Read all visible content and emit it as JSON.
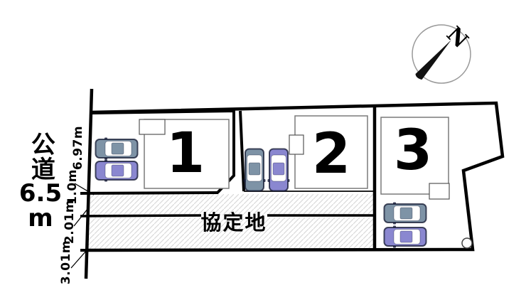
{
  "compass": {
    "north_label": "N"
  },
  "road": {
    "name": "公道",
    "width": "6.5",
    "unit": "m"
  },
  "boundary_measurements": {
    "frontage": "6.97m",
    "segment_1": "1.0m",
    "segment_2": "2.01m",
    "segment_3": "3.01m"
  },
  "agreement_area_label": "協定地",
  "lots": [
    {
      "number": "1"
    },
    {
      "number": "2"
    },
    {
      "number": "3"
    }
  ],
  "colors": {
    "car_gray": "#7E93A6",
    "car_purple": "#8A87D0",
    "hatch_line": "#d9d9d9",
    "compass_ring": "#999999"
  }
}
